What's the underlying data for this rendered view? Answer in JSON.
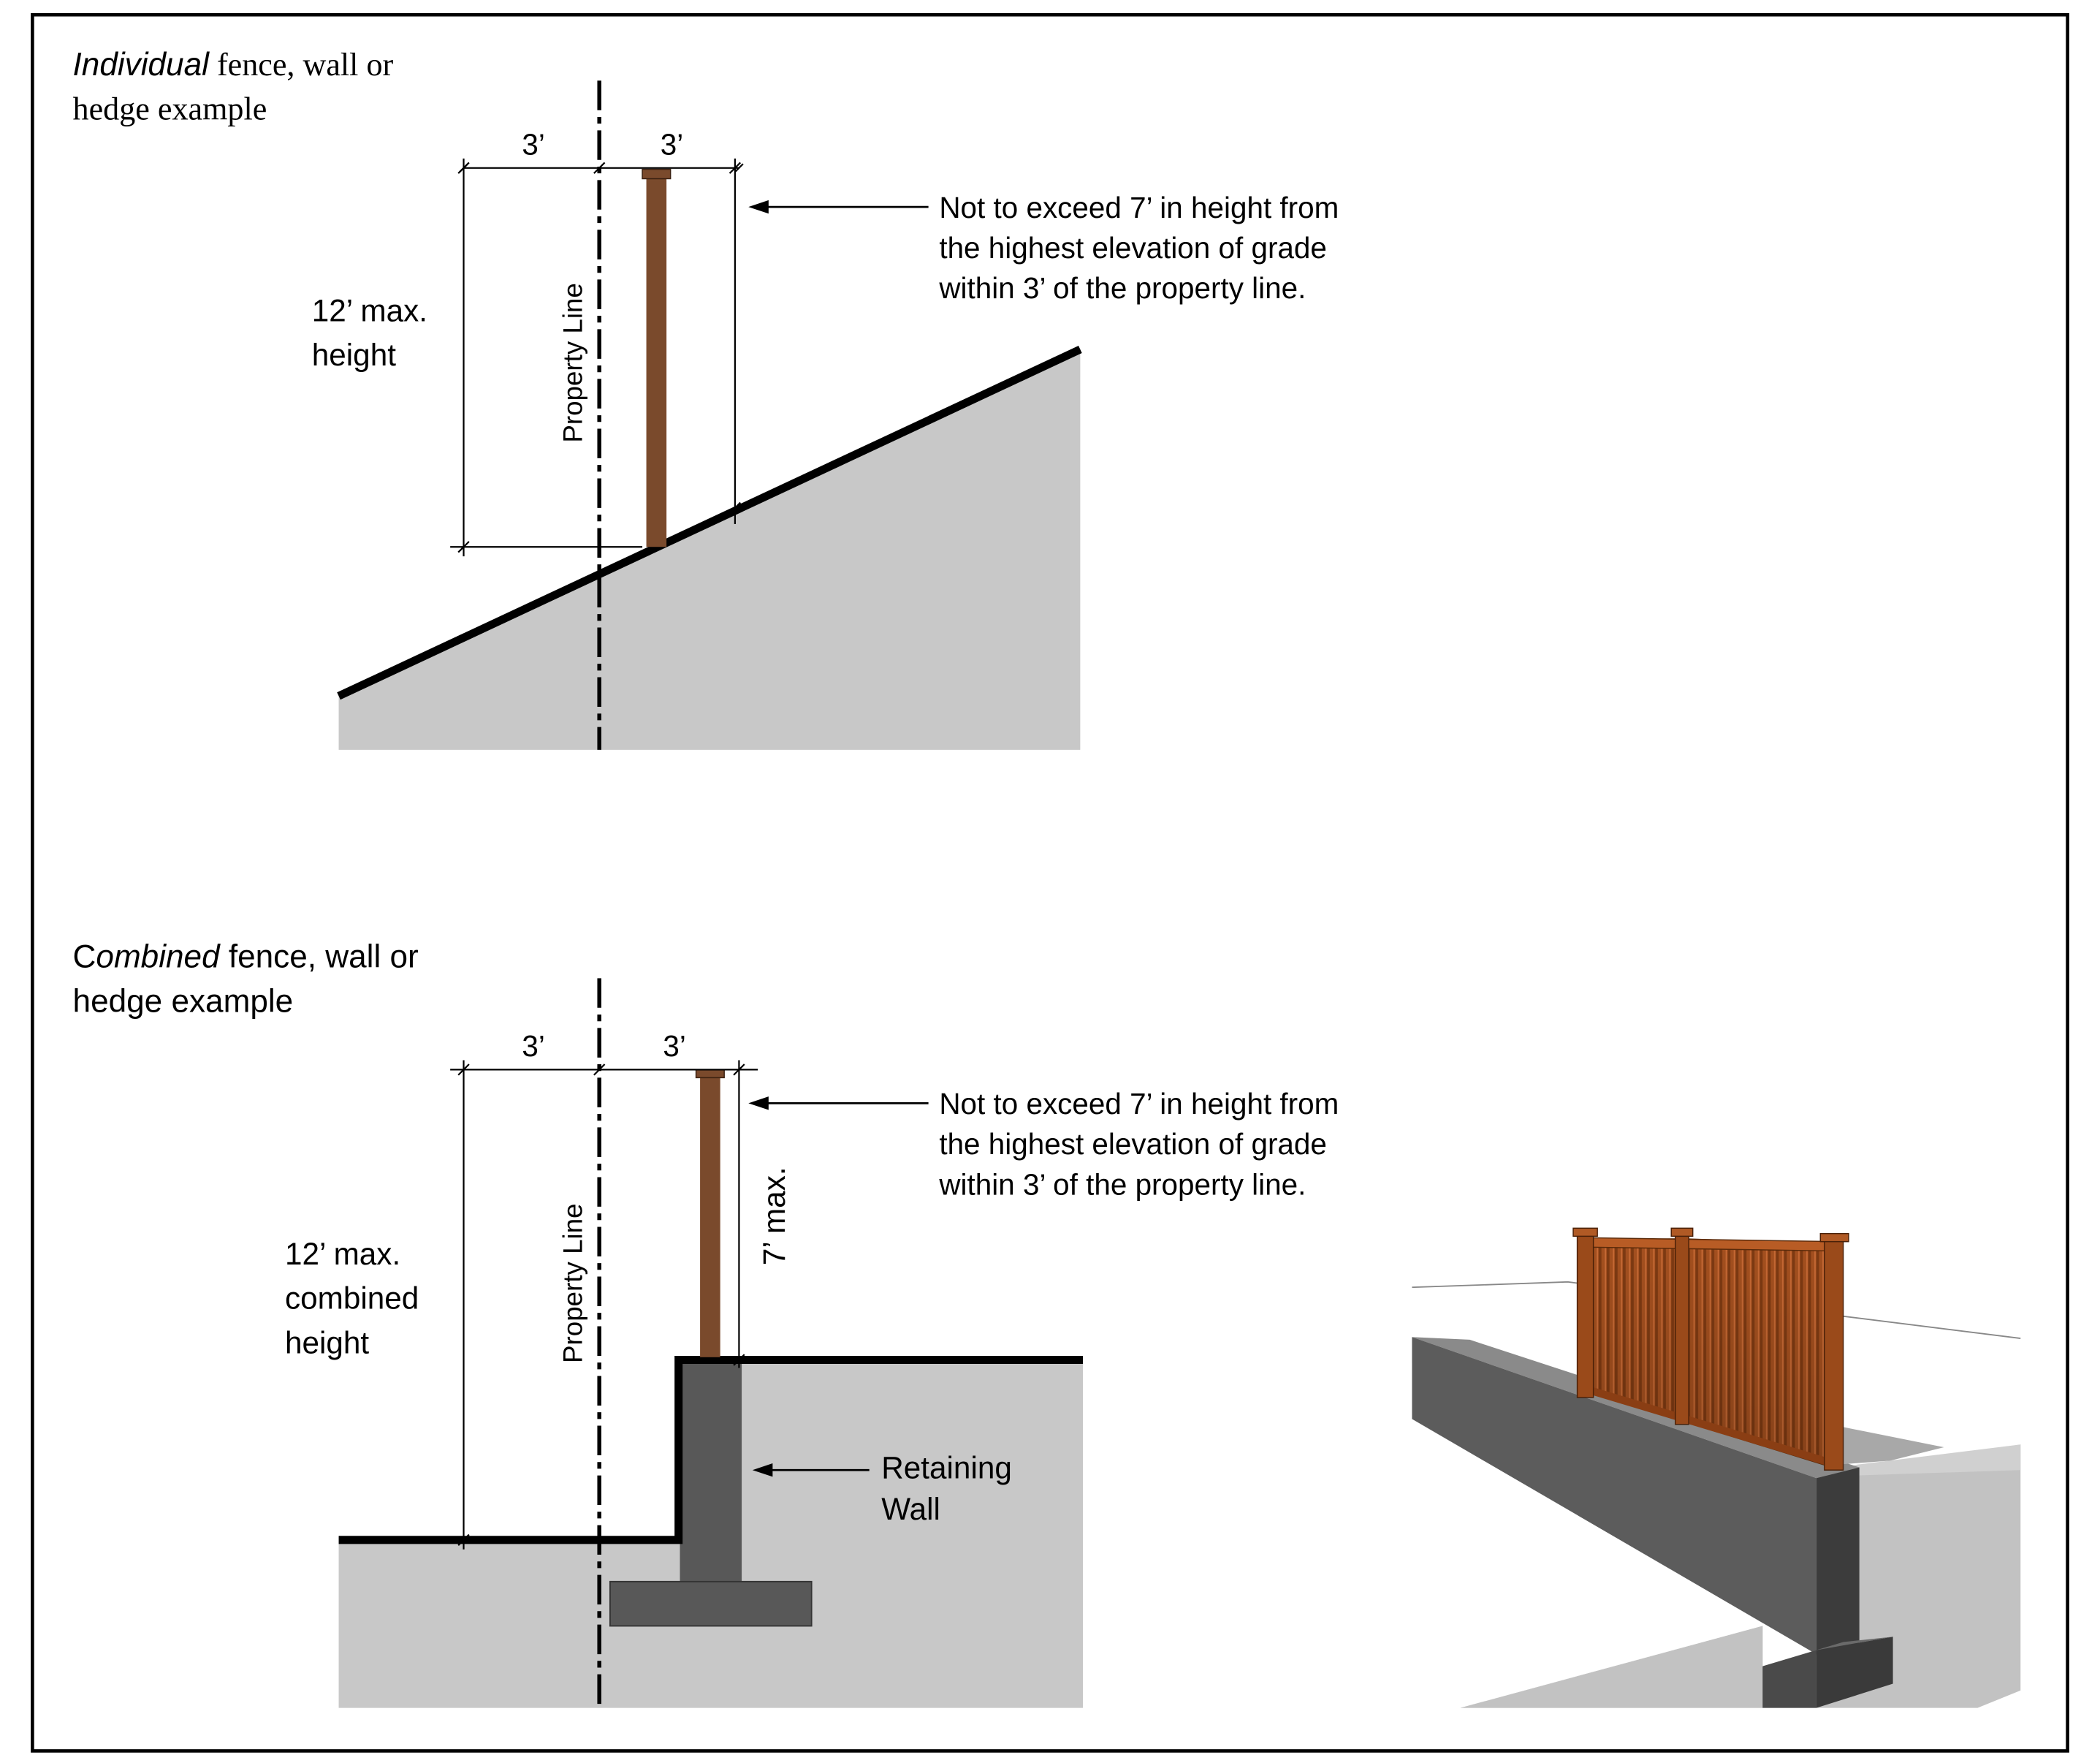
{
  "top_diagram": {
    "title_italic": "Individual",
    "title_rest": " fence, wall or",
    "title_line2": "hedge example",
    "dim_left": "3’",
    "dim_right": "3’",
    "max_label_line1": "12’ max.",
    "max_label_line2": "height",
    "property_line_label": "Property Line",
    "note_line1": "Not to exceed 7’ in height from",
    "note_line2": "the highest elevation of grade",
    "note_line3": "within 3’ of the property line."
  },
  "bottom_diagram": {
    "title_first": "C",
    "title_italic": "ombined",
    "title_rest": " fence, wall or",
    "title_line2": "hedge example",
    "dim_left": "3’",
    "dim_right": "3’",
    "max_label_line1": "12’ max.",
    "max_label_line2": "combined",
    "max_label_line3": "height",
    "fence_height_label": "7’ max.",
    "property_line_label": "Property Line",
    "note_line1": "Not to exceed 7’ in height from",
    "note_line2": "the highest elevation of grade",
    "note_line3": "within 3’ of the property line.",
    "wall_label_line1": "Retaining",
    "wall_label_line2": "Wall"
  },
  "colors": {
    "ground": "#c8c8c8",
    "retaining_wall": "#585858",
    "fence_post": "#7a4a2c",
    "fence_wood": "#9c4c1e",
    "outline": "#000000"
  }
}
